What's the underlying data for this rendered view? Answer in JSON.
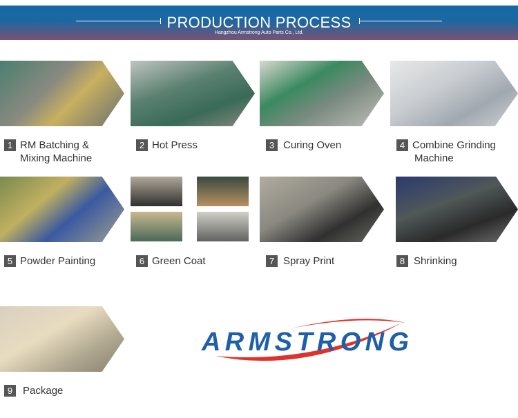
{
  "header": {
    "title": "PRODUCTION PROCESS",
    "subtitle": "Hangzhou Armstrong Auto Parts Co., Ltd."
  },
  "steps": [
    {
      "num": "1",
      "line1": "RM Batching &",
      "line2": "Mixing Machine"
    },
    {
      "num": "2",
      "line1": "Hot Press"
    },
    {
      "num": "3",
      "line1": "Curing Oven"
    },
    {
      "num": "4",
      "line1": "Combine Grinding",
      "line2": "Machine"
    },
    {
      "num": "5",
      "line1": "Powder Painting"
    },
    {
      "num": "6",
      "line1": "Green Coat"
    },
    {
      "num": "7",
      "line1": "Spray Print"
    },
    {
      "num": "8",
      "line1": "Shrinking"
    },
    {
      "num": "9",
      "line1": "Package"
    }
  ],
  "logo": {
    "text": "ARMSTRONG"
  },
  "colors": {
    "brand_blue": "#1f5fa8",
    "brand_red": "#e0322c"
  }
}
